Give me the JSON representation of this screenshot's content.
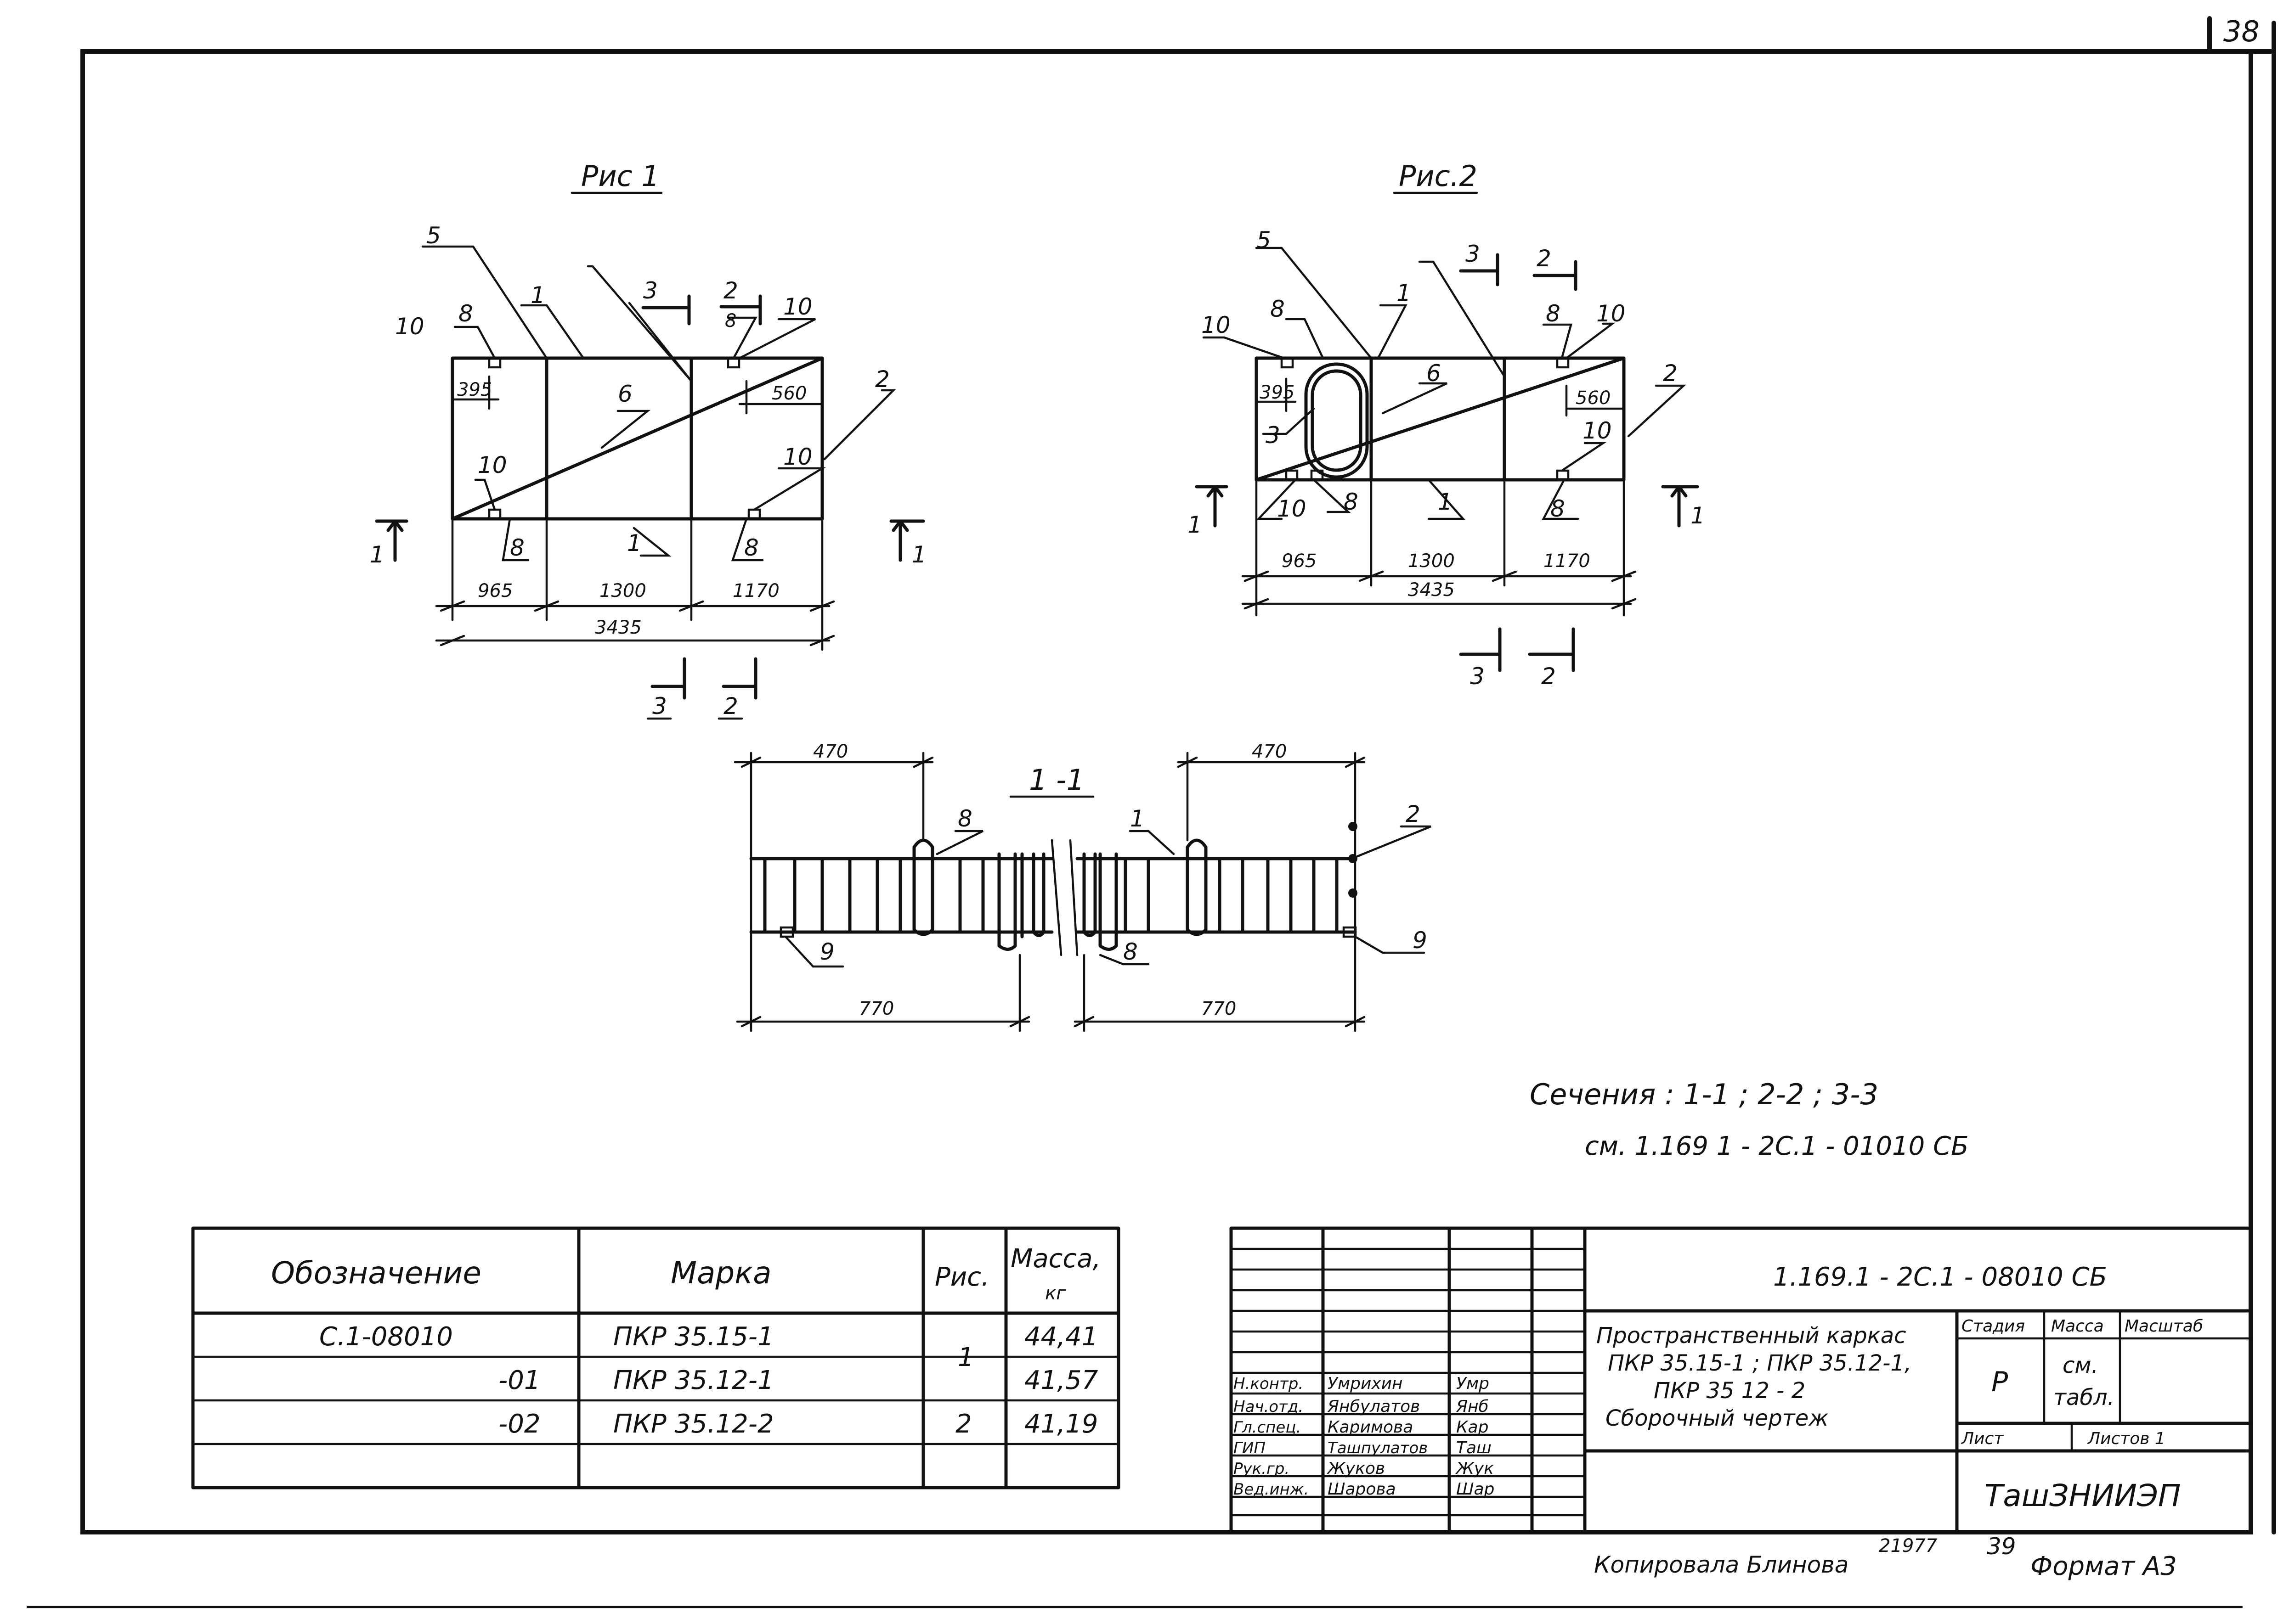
{
  "sheet_number": "38",
  "fig1": {
    "title": "Рис 1",
    "callouts": {
      "c5": "5",
      "c1_top": "1",
      "c3": "3",
      "c2_top": "2",
      "c8_top": "8",
      "c10_top_left": "10",
      "c8_top_left": "8",
      "c10_top_right": "10",
      "c6": "6",
      "c2_right": "2",
      "c10_low_left": "10",
      "c10_low_right": "10",
      "c8_bottom_left": "8",
      "c1_bottom": "1",
      "c8_bottom_right": "8"
    },
    "inner_dims": {
      "d395": "395",
      "d560": "560"
    },
    "bottom_dims": {
      "a": "965",
      "b": "1300",
      "c": "1170",
      "total": "3435"
    },
    "section_marks": {
      "left": "1",
      "right": "1",
      "bottom_3": "3",
      "bottom_2": "2"
    }
  },
  "fig2": {
    "title": "Рис.2",
    "callouts": {
      "c5": "5",
      "c8_top_left": "8",
      "c10_top_left": "10",
      "c1_top": "1",
      "c3_top": "3",
      "c2_top": "2",
      "c8_top_right": "8",
      "c10_top_right": "10",
      "c6": "6",
      "c2_right": "2",
      "c10_mid_right": "10",
      "c3_inner": "3",
      "c10_bottom_left": "10",
      "c8_bottom_left": "8",
      "c1_bottom": "1",
      "c8_bottom_right": "8"
    },
    "inner_dims": {
      "d395": "395",
      "d560": "560"
    },
    "bottom_dims": {
      "a": "965",
      "b": "1300",
      "c": "1170",
      "total": "3435"
    },
    "section_marks": {
      "left": "1",
      "right": "1",
      "bottom_3": "3",
      "bottom_2": "2"
    }
  },
  "section": {
    "title": "1 -1",
    "dims": {
      "top_left": "470",
      "top_right": "470",
      "bottom_left": "770",
      "bottom_right": "770"
    },
    "callouts": {
      "c8_top": "8",
      "c1": "1",
      "c2": "2",
      "c9_left": "9",
      "c8_bottom": "8",
      "c9_right": "9"
    }
  },
  "notes": {
    "line1": "Сечения : 1-1 ; 2-2 ; 3-3",
    "line2": "см. 1.169 1 - 2С.1 - 01010 СБ"
  },
  "spec_table": {
    "headers": {
      "designation": "Обозначение",
      "mark": "Марка",
      "fig": "Рис.",
      "mass": "Масса,",
      "mass_unit": "кг"
    },
    "rows": [
      {
        "designation": "С.1-08010",
        "mark": "ПКР 35.15-1",
        "mass": "44,41"
      },
      {
        "designation": "-01",
        "mark": "ПКР 35.12-1",
        "mass": "41,57"
      },
      {
        "designation": "-02",
        "mark": "ПКР 35.12-2",
        "mass": "41,19"
      }
    ],
    "fig_values": {
      "rows_1_2": "1",
      "row_3": "2"
    }
  },
  "title_block": {
    "doc_code": "1.169.1 - 2С.1 - 08010 СБ",
    "name_lines": [
      "Пространственный каркас",
      "ПКР 35.15-1 ; ПКР 35.12-1,",
      "ПКР 35 12 - 2",
      "Сборочный чертеж"
    ],
    "stage_label": "Стадия",
    "mass_label": "Масса",
    "scale_label": "Масштаб",
    "stage_value": "Р",
    "mass_value_1": "см.",
    "mass_value_2": "табл.",
    "sheet_label": "Лист",
    "sheets_label": "Листов 1",
    "org": "ТашЗНИИЭП",
    "staff": [
      {
        "role": "Н.контр.",
        "name": "Умрихин",
        "sign": "Умр"
      },
      {
        "role": "Нач.отд.",
        "name": "Янбулатов",
        "sign": "Янб"
      },
      {
        "role": "Гл.спец.",
        "name": "Каримова",
        "sign": "Кар"
      },
      {
        "role": "ГИП",
        "name": "Ташпулатов",
        "sign": "Таш"
      },
      {
        "role": "Рук.гр.",
        "name": "Жуков",
        "sign": "Жук"
      },
      {
        "role": "Вед.инж.",
        "name": "Шарова",
        "sign": "Шар"
      }
    ]
  },
  "footer": {
    "copied_by": "Копировала Блинова",
    "number": "21977",
    "page": "39",
    "format": "Формат А3"
  }
}
